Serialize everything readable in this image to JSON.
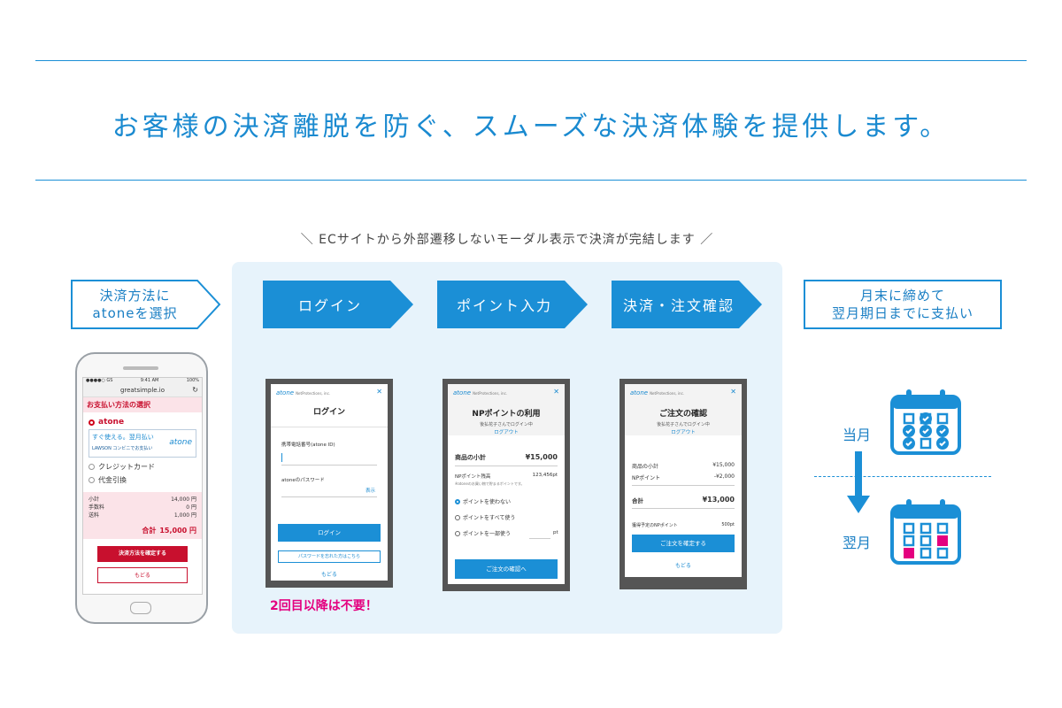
{
  "headline": "お客様の決済離脱を防ぐ、スムーズな決済体験を提供します。",
  "subline": "＼ ECサイトから外部遷移しないモーダル表示で決済が完結します ／",
  "left_box": {
    "line1": "決済方法に",
    "line2": "atoneを選択"
  },
  "steps": [
    "ログイン",
    "ポイント入力",
    "決済・注文確認"
  ],
  "right_box": {
    "line1": "月末に締めて",
    "line2": "翌月期日までに支払い"
  },
  "note_red": "2回目以降は不要！",
  "calendar": {
    "this_month": "当月",
    "next_month": "翌月"
  },
  "colors": {
    "primary": "#1b8fd6",
    "accent": "#e4007f",
    "modal_bg": "#e7f3fb",
    "shop_red": "#c8102e"
  },
  "phone": {
    "status_left": "●●●●○ GS",
    "status_mid": "9:41 AM",
    "status_right": "100%",
    "url": "greatsimple.io",
    "section_title": "お支払い方法の選択",
    "opt_atone": "atone",
    "banner_text": "すぐ使える。翌月払い",
    "banner_sub": "LAWSON コンビニでお支払い",
    "banner_logo": "atone",
    "opt_credit": "クレジットカード",
    "opt_cod": "代金引換",
    "subtotal_label": "小計",
    "subtotal_value": "14,000 円",
    "fee_label": "手数料",
    "fee_value": "0 円",
    "shipping_label": "送料",
    "shipping_value": "1,000 円",
    "total_label": "合計",
    "total_value": "15,000 円",
    "confirm_button": "決済方法を確定する",
    "back_button": "もどる"
  },
  "modal_login": {
    "logo": "atone",
    "logo_sub": "NetProtections, inc.",
    "title": "ログイン",
    "phone_label": "携帯電話番号(atone ID)",
    "pass_label": "atoneのパスワード",
    "show": "表示",
    "login_button": "ログイン",
    "forgot_button": "パスワードを忘れた方はこちら",
    "back": "もどる"
  },
  "modal_points": {
    "logo": "atone",
    "logo_sub": "NetProtections, inc.",
    "title": "NPポイントの利用",
    "user": "後払花子さんでログイン中",
    "logout": "ログアウト",
    "subtotal_label": "商品の小計",
    "subtotal_value": "¥15,000",
    "balance_label": "NPポイント残高",
    "balance_value": "123,456pt",
    "note": "※atoneのお買い物で貯まるポイントです。",
    "opt1": "ポイントを使わない",
    "opt2": "ポイントをすべて使う",
    "opt3": "ポイントを一部使う",
    "pt_unit": "pt",
    "button": "ご注文の確認へ"
  },
  "modal_confirm": {
    "logo": "atone",
    "logo_sub": "NetProtections, inc.",
    "title": "ご注文の確認",
    "user": "後払花子さんでログイン中",
    "logout": "ログアウト",
    "subtotal_label": "商品の小計",
    "subtotal_value": "¥15,000",
    "points_label": "NPポイント",
    "points_value": "-¥2,000",
    "total_label": "合計",
    "total_value": "¥13,000",
    "earn_label": "獲得予定のNPポイント",
    "earn_value": "500pt",
    "button": "ご注文を確定する",
    "back": "もどる"
  }
}
